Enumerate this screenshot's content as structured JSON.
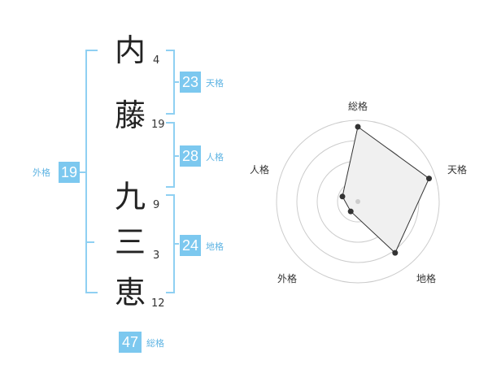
{
  "name": {
    "characters": [
      {
        "char": "内",
        "strokes": "4"
      },
      {
        "char": "藤",
        "strokes": "19"
      },
      {
        "char": "九",
        "strokes": "9"
      },
      {
        "char": "三",
        "strokes": "3"
      },
      {
        "char": "恵",
        "strokes": "12"
      }
    ]
  },
  "kakusu": {
    "tenkaku": {
      "value": "23",
      "label": "天格"
    },
    "jinkaku": {
      "value": "28",
      "label": "人格"
    },
    "chikaku": {
      "value": "24",
      "label": "地格"
    },
    "gaikaku": {
      "value": "19",
      "label": "外格"
    },
    "soukaku": {
      "value": "47",
      "label": "総格"
    }
  },
  "colors": {
    "accent": "#7cc8ef",
    "label": "#5fb4e3",
    "bracket": "#8fd0f2",
    "radar_fill": "#f0f0f0",
    "grid": "#cccccc"
  },
  "chart_data": {
    "type": "radar",
    "axes": [
      "総格",
      "天格",
      "地格",
      "外格",
      "人格"
    ],
    "values": [
      0.92,
      0.92,
      0.78,
      0.15,
      0.2
    ],
    "range": [
      0,
      1
    ],
    "rings": 4
  }
}
